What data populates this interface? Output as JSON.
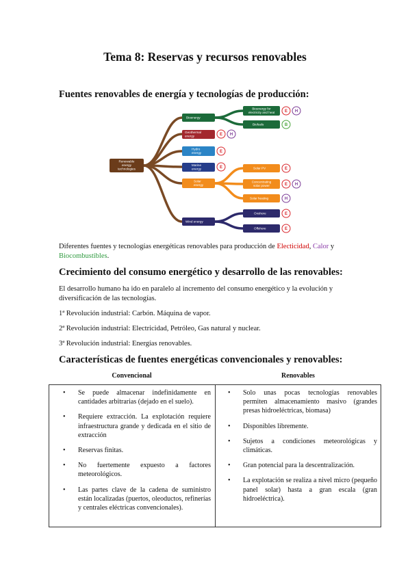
{
  "title": "Tema 8: Reservas y recursos renovables",
  "section1": {
    "heading": "Fuentes renovables de energía y tecnologías de producción:",
    "caption_prefix": "Diferentes fuentes y tecnologías energéticas renovables para producción de ",
    "caption_electricity": "Electicidad",
    "caption_sep": ", ",
    "caption_heat": "Calor",
    "caption_and": " y",
    "caption_biofuels": "Biocombustibles",
    "caption_end": "."
  },
  "diagram": {
    "root": [
      "Renewable",
      "energy",
      "technologies"
    ],
    "nodes": {
      "bioenergy": [
        "Bioenergy"
      ],
      "geothermal": [
        "Geothermal",
        "energy"
      ],
      "hydro": [
        "Hydro",
        "energy"
      ],
      "marine": [
        "Marine",
        "energy"
      ],
      "solar": [
        "Solar",
        "energy"
      ],
      "wind": [
        "Wind energy"
      ],
      "bio_elec_heat": [
        "Bioenergy for",
        "electricity and heat"
      ],
      "biofuels": [
        "Biofuels"
      ],
      "solar_pv": [
        "Solar PV"
      ],
      "csp": [
        "Concentrating",
        "solar power"
      ],
      "solar_heating": [
        "Solar heating"
      ],
      "onshore": [
        "Onshore"
      ],
      "offshore": [
        "Offshore"
      ]
    },
    "badges": {
      "electricity": "E",
      "heat": "H",
      "biofuel": "B"
    },
    "colors": {
      "bioenergy": "#1c6b3a",
      "geothermal": "#a3282e",
      "hydro": "#2b84c6",
      "marine": "#263d8a",
      "solar": "#f28c1c",
      "wind": "#2d2a6b",
      "root": "#6b3c1a",
      "branch": "#7a4a25",
      "e_badge": "#d9262c",
      "h_badge": "#7b3a96",
      "b_badge": "#4aa43a"
    }
  },
  "section2": {
    "heading": "Crecimiento del consumo energético y desarrollo de las renovables:",
    "paragraph": "El desarrollo humano ha ido en paralelo al incremento del consumo energético y la evolución y diversificación de las tecnologías.",
    "rev1": "1ª Revolución industrial: Carbón. Máquina de vapor.",
    "rev2": "2ª Revolución industrial: Electricidad, Petróleo, Gas natural y nuclear.",
    "rev3": "3ª Revolución industrial: Energías renovables."
  },
  "section3": {
    "heading": "Características de fuentes energéticas convencionales y renovables:",
    "col_conventional": "Convencional",
    "col_renewable": "Renovables",
    "conventional": [
      "Se puede almacenar indefinidamente en cantidades arbitrarias (dejado en el suelo).",
      "Requiere extracción. La explotación requiere infraestructura grande y dedicada en el sitio de extracción",
      "Reservas finitas.",
      "No fuertemente expuesto a factores meteorológicos.",
      "Las partes clave de la cadena de suministro están localizadas (puertos, oleoductos, refinerías y centrales eléctricas convencionales)."
    ],
    "renewable": [
      "Solo unas pocas tecnologías renovables permiten almacenamiento masivo (grandes presas hidroeléctricas, biomasa)",
      "Disponibles libremente.",
      "Sujetos a condiciones meteorológicas y climáticas.",
      "Gran potencial para la descentralización.",
      "La explotación se realiza a nivel micro (pequeño panel solar) hasta a gran escala (gran hidroeléctrica)."
    ]
  }
}
